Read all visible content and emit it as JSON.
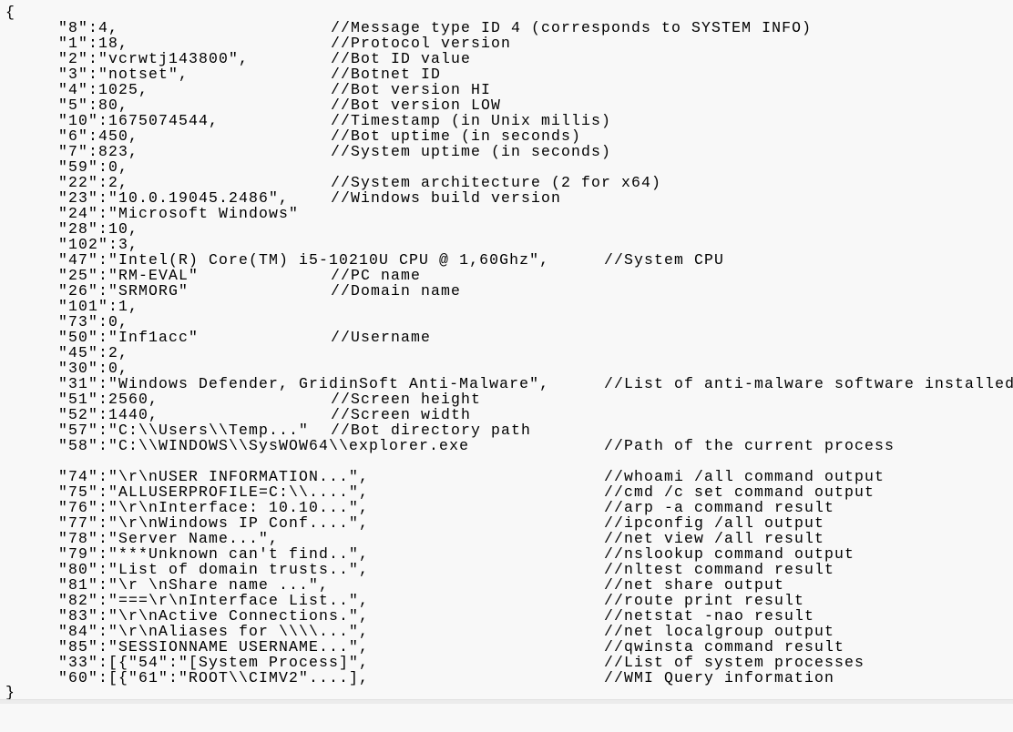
{
  "document": {
    "open_brace": "{",
    "close_brace": "}",
    "lines": [
      {
        "code": "\"8\":4,",
        "comment": "//Message type ID 4 (corresponds to SYSTEM INFO)",
        "col": 1
      },
      {
        "code": "\"1\":18,",
        "comment": "//Protocol version",
        "col": 1
      },
      {
        "code": "\"2\":\"vcrwtj143800\",",
        "comment": "//Bot ID value",
        "col": 1
      },
      {
        "code": "\"3\":\"notset\",",
        "comment": "//Botnet ID",
        "col": 1
      },
      {
        "code": "\"4\":1025,",
        "comment": "//Bot version HI",
        "col": 1
      },
      {
        "code": "\"5\":80,",
        "comment": "//Bot version LOW",
        "col": 1
      },
      {
        "code": "\"10\":1675074544,",
        "comment": "//Timestamp (in Unix millis)",
        "col": 1
      },
      {
        "code": "\"6\":450,",
        "comment": "//Bot uptime (in seconds)",
        "col": 1
      },
      {
        "code": "\"7\":823,",
        "comment": "//System uptime (in seconds)",
        "col": 1
      },
      {
        "code": "\"59\":0,",
        "comment": "",
        "col": 1
      },
      {
        "code": "\"22\":2,",
        "comment": "//System architecture (2 for x64)",
        "col": 1
      },
      {
        "code": "\"23\":\"10.0.19045.2486\",",
        "comment": "//Windows build version",
        "col": 1
      },
      {
        "code": "\"24\":\"Microsoft Windows\"",
        "comment": "",
        "col": 1
      },
      {
        "code": "\"28\":10,",
        "comment": "",
        "col": 1
      },
      {
        "code": "\"102\":3,",
        "comment": "",
        "col": 1
      },
      {
        "code": "\"47\":\"Intel(R) Core(TM) i5-10210U CPU @ 1,60Ghz\",",
        "comment": "//System CPU",
        "col": 2
      },
      {
        "code": "\"25\":\"RM-EVAL\"",
        "comment": "//PC name",
        "col": 1
      },
      {
        "code": "\"26\":\"SRMORG\"",
        "comment": "//Domain name",
        "col": 1
      },
      {
        "code": "\"101\":1,",
        "comment": "",
        "col": 1
      },
      {
        "code": "\"73\":0,",
        "comment": "",
        "col": 1
      },
      {
        "code": "\"50\":\"Inf1acc\"",
        "comment": "//Username",
        "col": 1
      },
      {
        "code": "\"45\":2,",
        "comment": "",
        "col": 1
      },
      {
        "code": "\"30\":0,",
        "comment": "",
        "col": 1
      },
      {
        "code": "\"31\":\"Windows Defender, GridinSoft Anti-Malware\",",
        "comment": "//List of anti-malware software installed",
        "col": 2
      },
      {
        "code": "\"51\":2560,",
        "comment": "//Screen height",
        "col": 1
      },
      {
        "code": "\"52\":1440,",
        "comment": "//Screen width",
        "col": 1
      },
      {
        "code": "\"57\":\"C:\\\\Users\\\\Temp...\"",
        "comment": "//Bot directory path",
        "col": 1
      },
      {
        "code": "\"58\":\"C:\\\\WINDOWS\\\\SysWOW64\\\\explorer.exe",
        "comment": "//Path of the current process",
        "col": 2
      },
      {
        "code": "",
        "comment": "",
        "col": 1
      },
      {
        "code": "\"74\":\"\\r\\nUSER INFORMATION...\",",
        "comment": "//whoami /all command output",
        "col": 2
      },
      {
        "code": "\"75\":\"ALLUSERPROFILE=C:\\\\....\",",
        "comment": "//cmd /c set command output",
        "col": 2
      },
      {
        "code": "\"76\":\"\\r\\nInterface: 10.10...\",",
        "comment": "//arp -a command result",
        "col": 2
      },
      {
        "code": "\"77\":\"\\r\\nWindows IP Conf....\",",
        "comment": "//ipconfig /all output",
        "col": 2
      },
      {
        "code": "\"78\":\"Server Name...\",",
        "comment": "//net view /all result",
        "col": 2
      },
      {
        "code": "\"79\":\"***Unknown can't find..\",",
        "comment": "//nslookup command output",
        "col": 2
      },
      {
        "code": "\"80\":\"List of domain trusts..\",",
        "comment": "//nltest command result",
        "col": 2
      },
      {
        "code": "\"81\":\"\\r \\nShare name ...\",",
        "comment": "//net share output",
        "col": 2
      },
      {
        "code": "\"82\":\"===\\r\\nInterface List..\",",
        "comment": "//route print result",
        "col": 2
      },
      {
        "code": "\"83\":\"\\r\\nActive Connections.\",",
        "comment": "//netstat -nao result",
        "col": 2
      },
      {
        "code": "\"84\":\"\\r\\nAliases for \\\\\\\\...\",",
        "comment": "//net localgroup output",
        "col": 2
      },
      {
        "code": "\"85\":\"SESSIONNAME USERNAME...\",",
        "comment": "//qwinsta command result",
        "col": 2
      },
      {
        "code": "\"33\":[{\"54\":\"[System Process]\",",
        "comment": "//List of system processes",
        "col": 2
      },
      {
        "code": "\"60\":[{\"61\":\"ROOT\\\\CIMV2\"....],",
        "comment": "//WMI Query information",
        "col": 2
      }
    ]
  }
}
